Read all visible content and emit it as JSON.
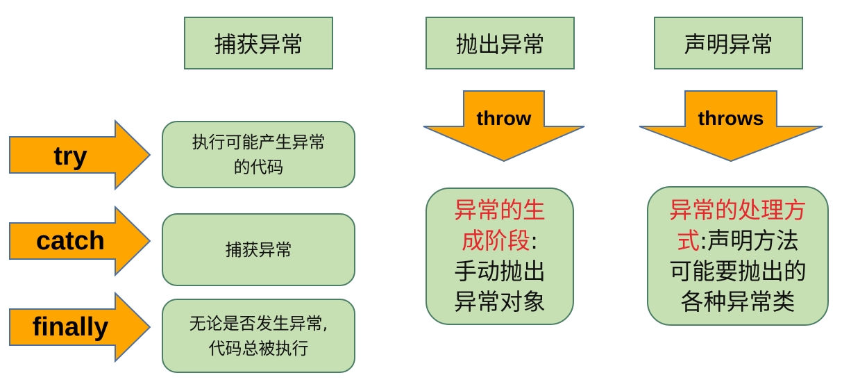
{
  "headers": {
    "catch_exception": "捕获异常",
    "throw_exception": "抛出异常",
    "declare_exception": "声明异常"
  },
  "keywords": {
    "try": "try",
    "catch": "catch",
    "finally": "finally",
    "throw": "throw",
    "throws": "throws"
  },
  "descriptions": {
    "try_line1": "执行可能产生异常",
    "try_line2": "的代码",
    "catch": "捕获异常",
    "finally_line1": "无论是否发生异常,",
    "finally_line2": "代码总被执行",
    "throw_red_line1": "异常的生",
    "throw_red_line2": "成阶段",
    "throw_colon": ":",
    "throw_line3": "手动抛出",
    "throw_line4": "异常对象",
    "throws_red_line1": "异常的处理方",
    "throws_red_line2": "式",
    "throws_rest_line2": ":声明方法",
    "throws_line3": "可能要抛出的",
    "throws_line4": "各种异常类"
  },
  "colors": {
    "box_fill": "#c6e0b4",
    "box_border": "#4a7f66",
    "arrow_fill": "#ffa500",
    "arrow_border": "#4a6fa5",
    "highlight_text": "#e8262b"
  }
}
